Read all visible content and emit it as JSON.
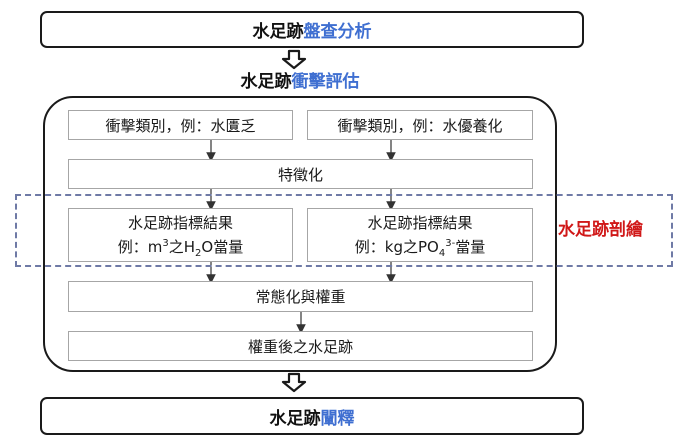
{
  "top_box": {
    "prefix": "水足跡",
    "highlight": "盤查分析"
  },
  "impact_title": {
    "prefix": "水足跡",
    "highlight": "衝擊評估"
  },
  "category_left": "衝擊類別，例：水匱乏",
  "category_right": "衝擊類別，例：水優養化",
  "characterization": "特徵化",
  "result_left": {
    "line1": "水足跡指標結果",
    "line2_pre": "例：m",
    "sup": "3",
    "line2_mid": "之H",
    "sub": "2",
    "line2_post": "O當量"
  },
  "result_right": {
    "line1": "水足跡指標結果",
    "line2_pre": "例：kg之PO",
    "sub": "4",
    "sup": "3-",
    "line2_post": "當量"
  },
  "profile_label": "水足跡剖繪",
  "normalization": "常態化與權重",
  "weighted": "權重後之水足跡",
  "bottom_box": {
    "prefix": "水足跡",
    "highlight": "闡釋"
  }
}
